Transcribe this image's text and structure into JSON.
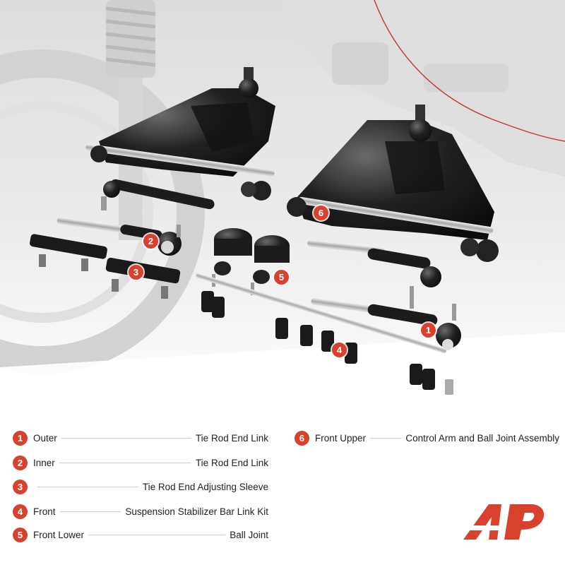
{
  "colors": {
    "accent": "#d9412f",
    "text": "#222222",
    "divider": "#cfcfcf",
    "part_black": "#1a1a1a",
    "background_photo": "#e6e6e6"
  },
  "callouts": [
    "1",
    "2",
    "3",
    "4",
    "5",
    "6"
  ],
  "legend": [
    {
      "num": "1",
      "prefix": "Outer",
      "name": "Tie Rod End Link"
    },
    {
      "num": "2",
      "prefix": "Inner",
      "name": "Tie Rod End Link"
    },
    {
      "num": "3",
      "prefix": "",
      "name": "Tie Rod End Adjusting Sleeve"
    },
    {
      "num": "4",
      "prefix": "Front",
      "name": "Suspension Stabilizer Bar Link Kit"
    },
    {
      "num": "5",
      "prefix": "Front Lower",
      "name": "Ball Joint"
    },
    {
      "num": "6",
      "prefix": "Front Upper",
      "name": "Control Arm and Ball Joint Assembly"
    }
  ],
  "logo": {
    "icon": "a-premium-logo",
    "color": "#d9412f"
  }
}
